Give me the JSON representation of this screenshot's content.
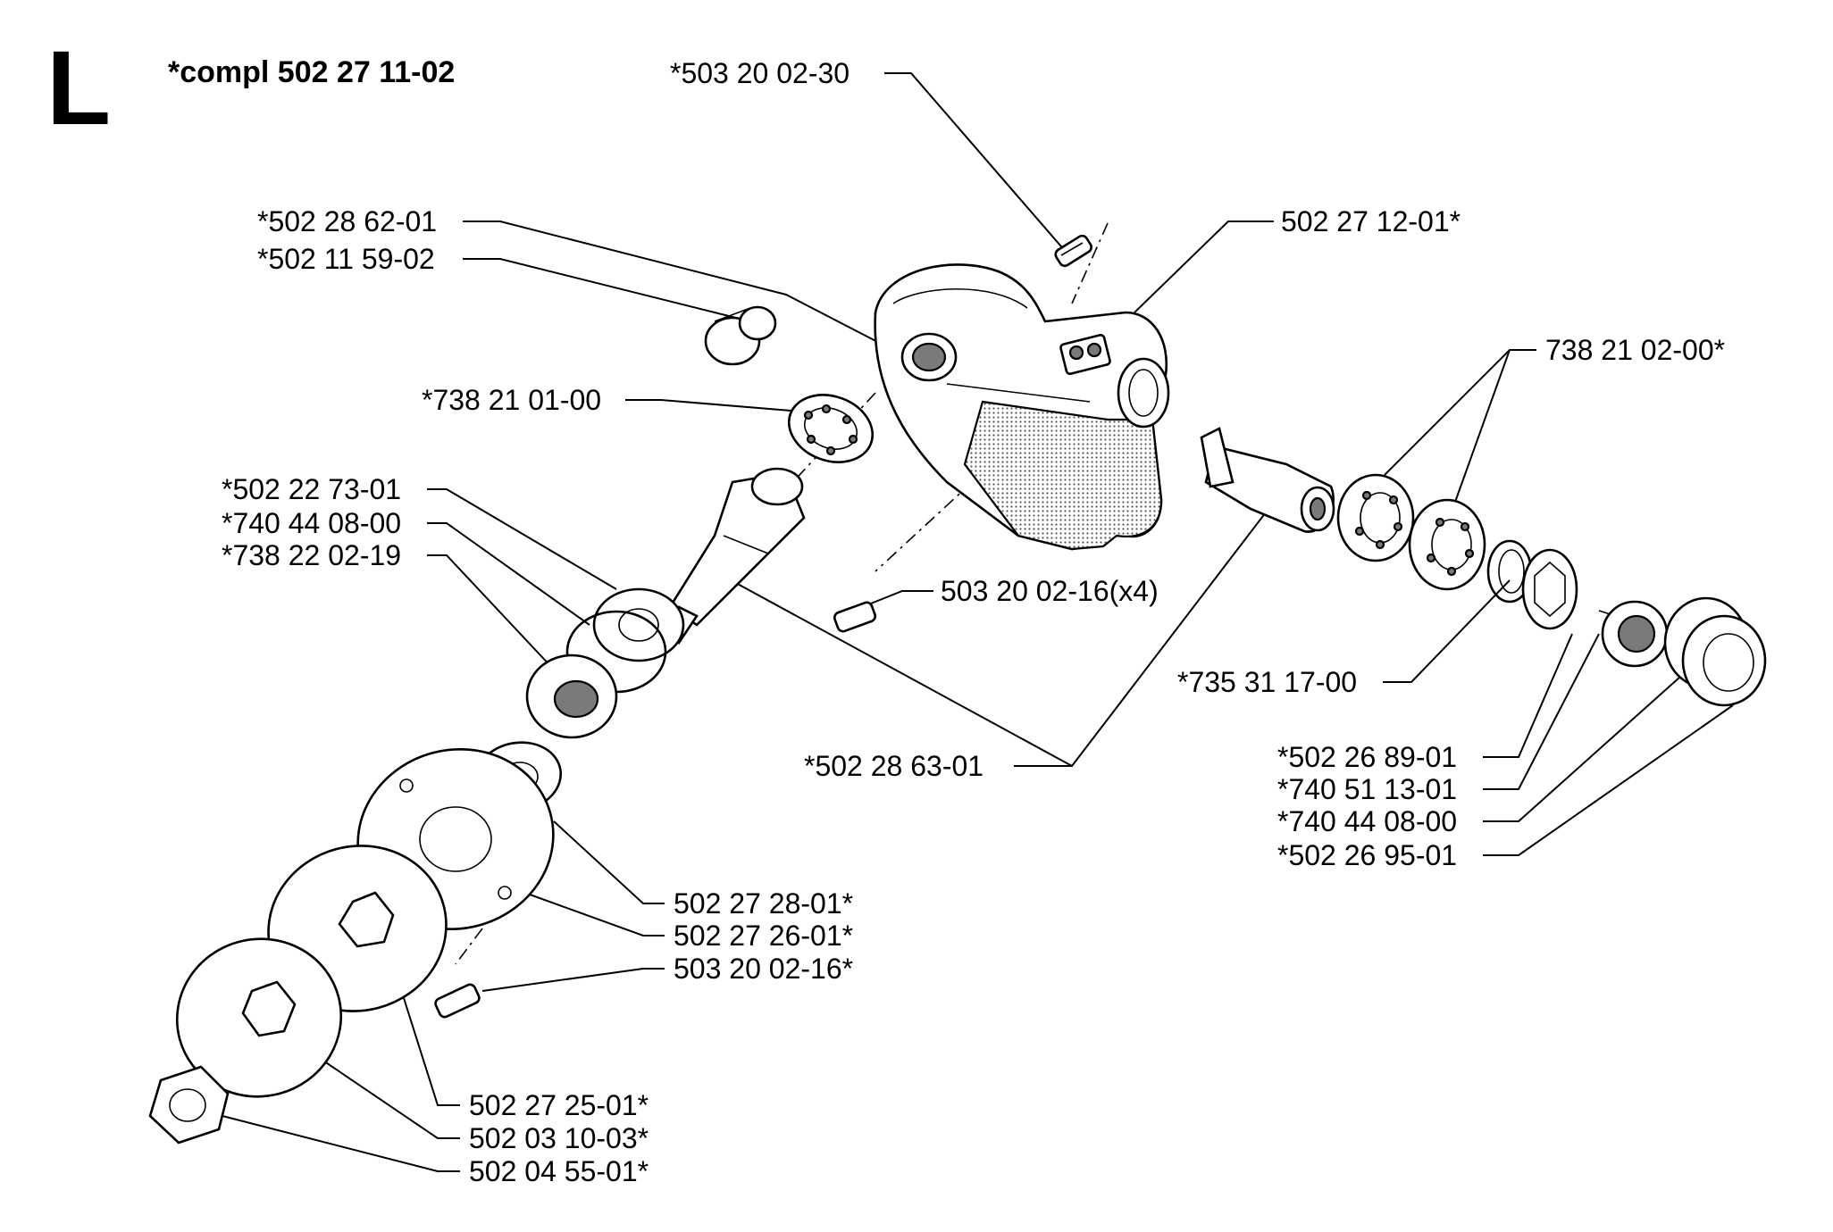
{
  "header": {
    "section_letter": "L",
    "compl_label": "*compl 502 27 11-02"
  },
  "parts": {
    "p_503_20_02_30": "*503 20 02-30",
    "p_502_28_62_01": "*502 28 62-01",
    "p_502_11_59_02": "*502 11 59-02",
    "p_502_27_12_01": "502 27 12-01*",
    "p_738_21_02_00": "738 21 02-00*",
    "p_738_21_01_00": "*738 21 01-00",
    "p_502_22_73_01": "*502 22 73-01",
    "p_740_44_08_00_a": "*740 44 08-00",
    "p_738_22_02_19": "*738 22 02-19",
    "p_503_20_02_16_x4": "503 20 02-16(x4)",
    "p_735_31_17_00": "*735 31 17-00",
    "p_502_28_63_01": "*502 28 63-01",
    "p_502_26_89_01": "*502 26 89-01",
    "p_740_51_13_01": "*740 51 13-01",
    "p_740_44_08_00_b": "*740 44 08-00",
    "p_502_26_95_01": "*502 26 95-01",
    "p_502_27_28_01": "502 27 28-01*",
    "p_502_27_26_01": "502 27 26-01*",
    "p_503_20_02_16": "503 20 02-16*",
    "p_502_27_25_01": "502 27 25-01*",
    "p_502_03_10_03": "502 03 10-03*",
    "p_502_04_55_01": "502 04 55-01*"
  }
}
